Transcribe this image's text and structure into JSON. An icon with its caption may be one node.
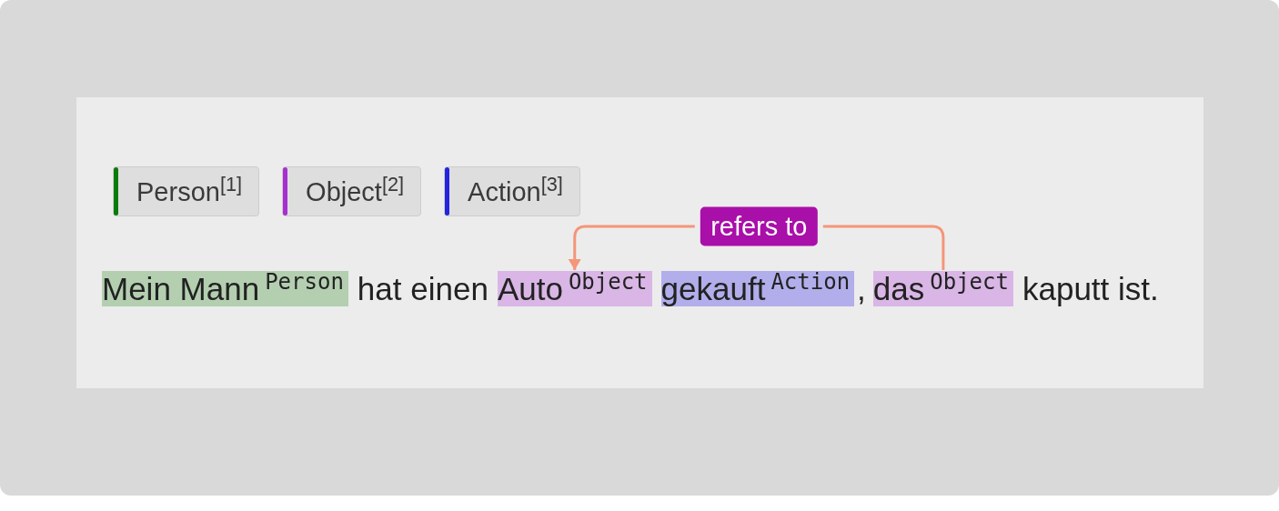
{
  "diagram": {
    "nodes": [
      {
        "text": [
          "Mein Mann",
          "Person"
        ]
      },
      {
        "text": [
          "Auto",
          "Object"
        ]
      },
      {
        "text": [
          "gekauft",
          "Action"
        ]
      },
      {
        "text": [
          "das",
          "Object"
        ]
      }
    ],
    "edges": [
      {
        "from": 3,
        "to": 1,
        "arrow": "to",
        "label": "refers to"
      }
    ],
    "labels": [
      "hat einen",
      ",",
      "kaputt ist."
    ],
    "legend": [
      {
        "text": "Person$^{[1]}$",
        "color": "#0b7a0b"
      },
      {
        "text": "Object$^{[2]}$",
        "color": "#a62fd1"
      },
      {
        "text": "Action$^{[3]}$",
        "color": "#2424dd"
      }
    ]
  }
}
